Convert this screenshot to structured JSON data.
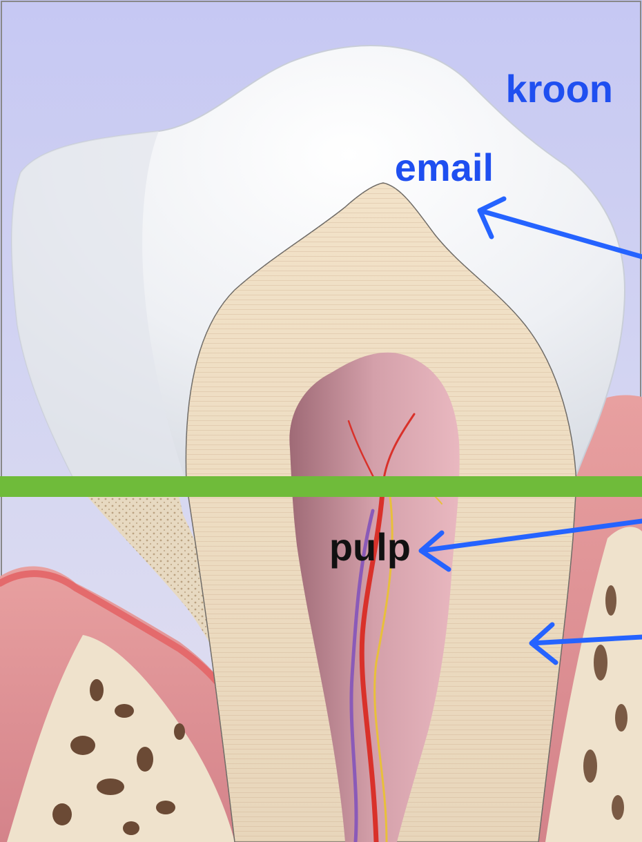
{
  "labels": {
    "crown": "kroon",
    "enamel": "email",
    "pulp": "pulp"
  },
  "colors": {
    "label_blue": "#1f4ff0",
    "label_black": "#111111",
    "arrow_blue": "#2563ff",
    "divider_green": "#6fbb3a",
    "background_lavender": "#c9cbf2",
    "enamel_white": "#f3f5f8",
    "dentin": "#efdcc3",
    "pulp_pink": "#c98b97",
    "gum_pink": "#d98a8c",
    "bone": "#eee2cf"
  }
}
